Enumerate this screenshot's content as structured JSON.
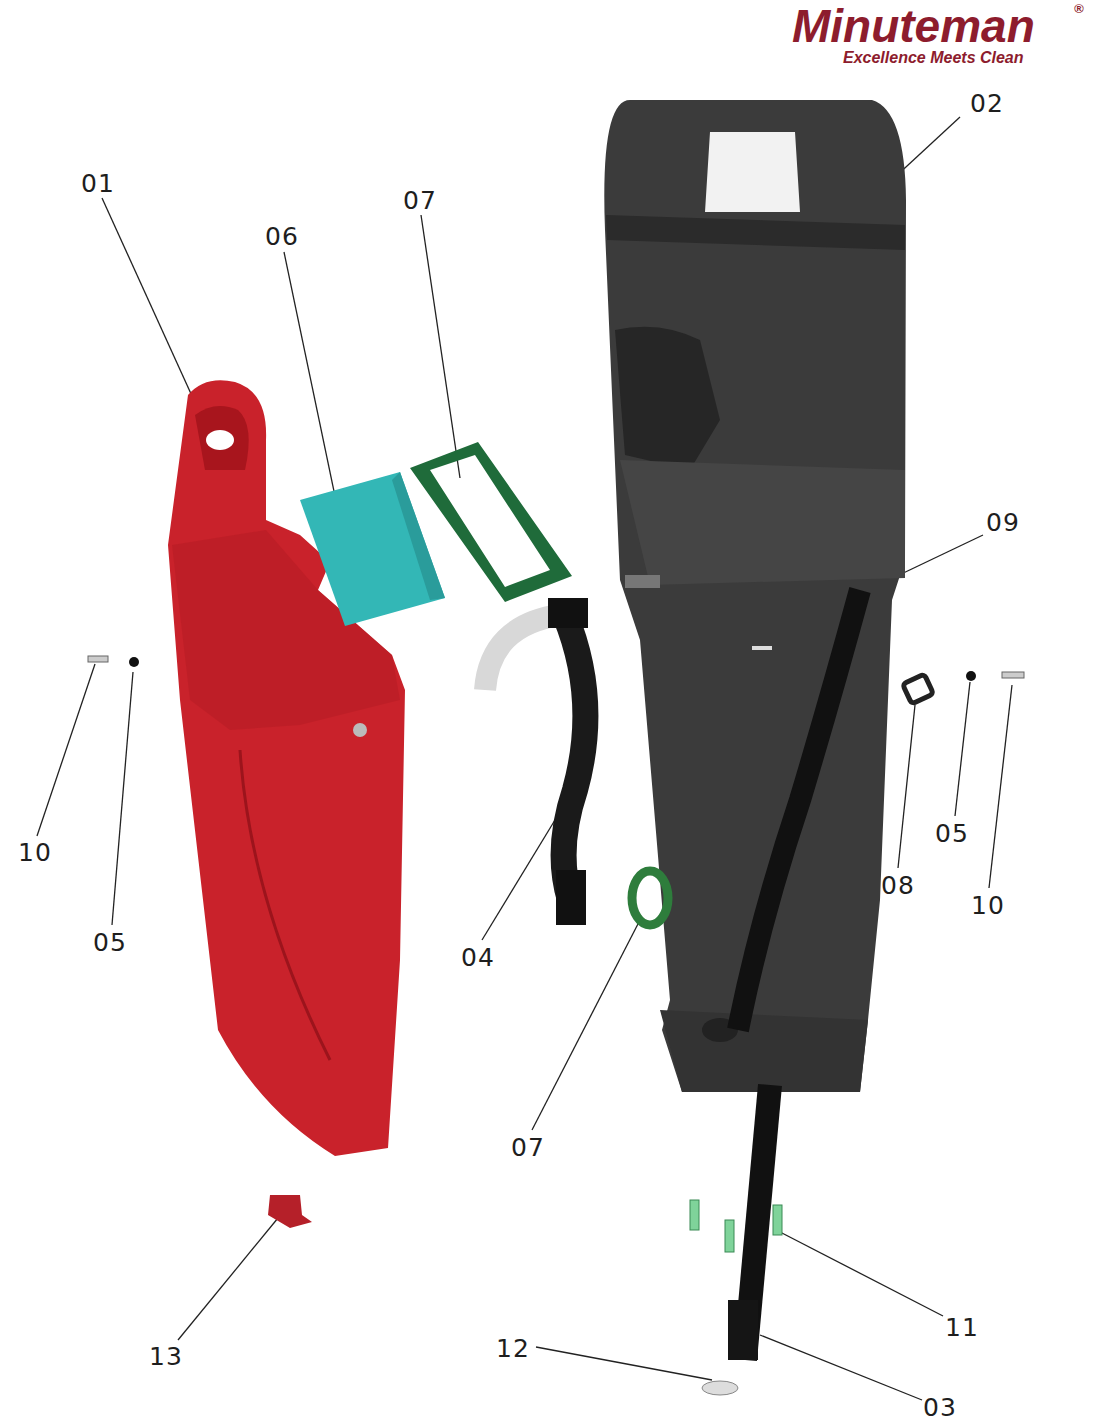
{
  "diagram": {
    "labels": [
      "Minuteman",
      "®",
      "Excellence Meets Clean",
      "02",
      "01",
      "07",
      "06",
      "09",
      "05",
      "10",
      "08",
      "10",
      "05",
      "04",
      "07",
      "11",
      "12",
      "13",
      "03"
    ]
  }
}
